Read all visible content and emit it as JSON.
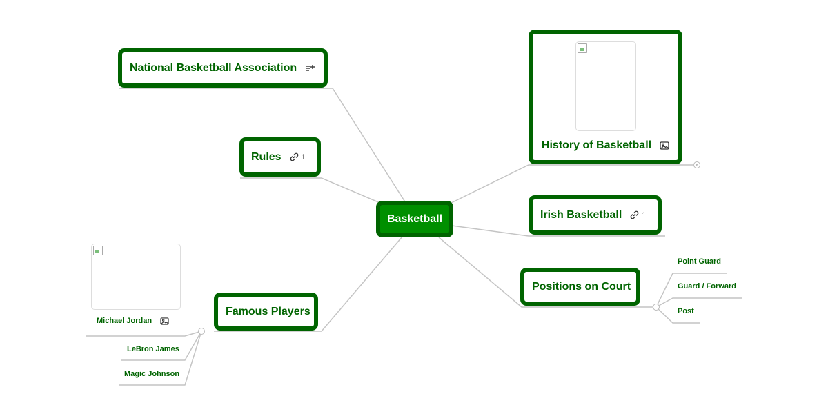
{
  "root": {
    "label": "Basketball"
  },
  "nodes": {
    "nba": {
      "label": "National Basketball Association",
      "icon": "notes-icon"
    },
    "rules": {
      "label": "Rules",
      "icon": "link-icon",
      "count": "1"
    },
    "famous": {
      "label": "Famous Players"
    },
    "history": {
      "label": "History of Basketball",
      "icon": "image-icon"
    },
    "irish": {
      "label": "Irish Basketball",
      "icon": "link-icon",
      "count": "1"
    },
    "positions": {
      "label": "Positions on Court"
    }
  },
  "famous_players": [
    "Michael Jordan",
    "LeBron James",
    "Magic Johnson"
  ],
  "positions": [
    "Point Guard",
    "Guard / Forward",
    "Post"
  ],
  "colors": {
    "node_border": "#006400",
    "root_fill": "#008f00",
    "connector": "#c0c0c0"
  }
}
